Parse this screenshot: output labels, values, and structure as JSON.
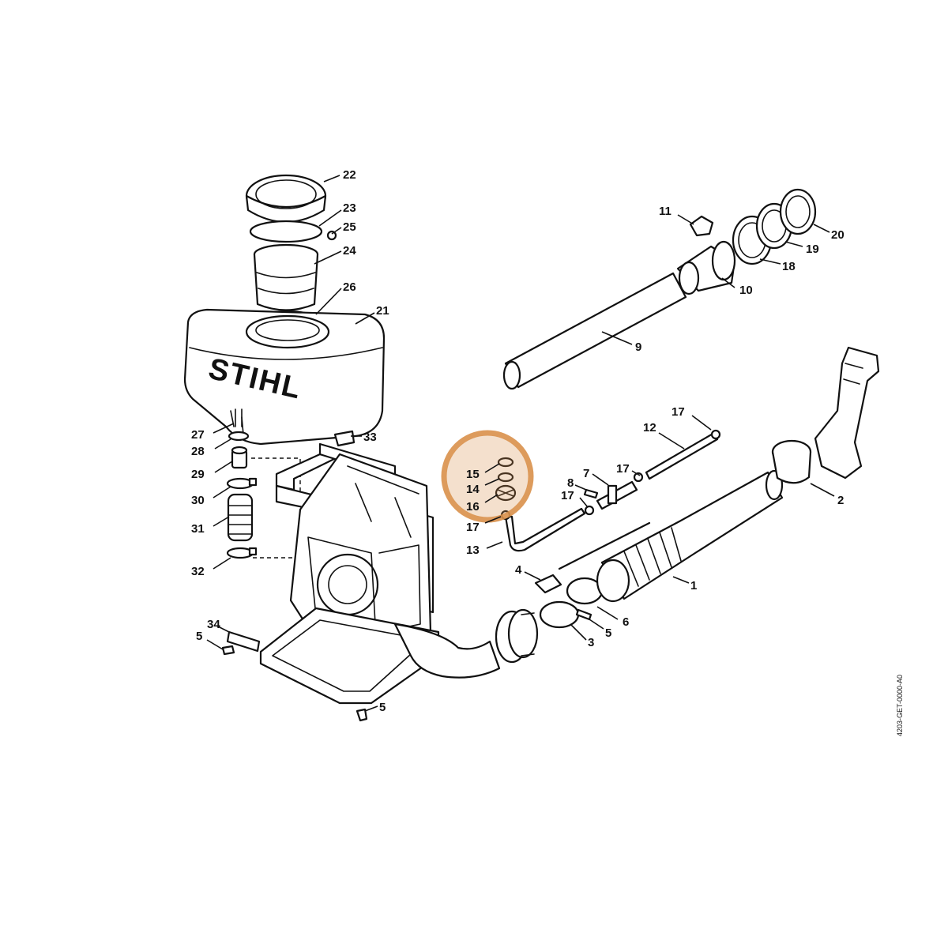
{
  "diagram": {
    "brand_label": "STIHL",
    "document_id": "4203-GET-0000-A0",
    "highlight_color": "#D9904A",
    "callouts": [
      {
        "id": "c22",
        "label": "22"
      },
      {
        "id": "c23",
        "label": "23"
      },
      {
        "id": "c25",
        "label": "25"
      },
      {
        "id": "c24",
        "label": "24"
      },
      {
        "id": "c26",
        "label": "26"
      },
      {
        "id": "c21",
        "label": "21"
      },
      {
        "id": "c27",
        "label": "27"
      },
      {
        "id": "c28",
        "label": "28"
      },
      {
        "id": "c29",
        "label": "29"
      },
      {
        "id": "c30",
        "label": "30"
      },
      {
        "id": "c31",
        "label": "31"
      },
      {
        "id": "c32",
        "label": "32"
      },
      {
        "id": "c33",
        "label": "33"
      },
      {
        "id": "c34",
        "label": "34"
      },
      {
        "id": "c5a",
        "label": "5"
      },
      {
        "id": "c5b",
        "label": "5"
      },
      {
        "id": "c5c",
        "label": "5"
      },
      {
        "id": "c11",
        "label": "11"
      },
      {
        "id": "c10",
        "label": "10"
      },
      {
        "id": "c18",
        "label": "18"
      },
      {
        "id": "c19",
        "label": "19"
      },
      {
        "id": "c20",
        "label": "20"
      },
      {
        "id": "c9",
        "label": "9"
      },
      {
        "id": "c17a",
        "label": "17"
      },
      {
        "id": "c12",
        "label": "12"
      },
      {
        "id": "c17b",
        "label": "17"
      },
      {
        "id": "c7",
        "label": "7"
      },
      {
        "id": "c8",
        "label": "8"
      },
      {
        "id": "c17c",
        "label": "17"
      },
      {
        "id": "c15",
        "label": "15"
      },
      {
        "id": "c14",
        "label": "14"
      },
      {
        "id": "c16",
        "label": "16"
      },
      {
        "id": "c17d",
        "label": "17"
      },
      {
        "id": "c13",
        "label": "13"
      },
      {
        "id": "c4",
        "label": "4"
      },
      {
        "id": "c1",
        "label": "1"
      },
      {
        "id": "c6",
        "label": "6"
      },
      {
        "id": "c3",
        "label": "3"
      },
      {
        "id": "c2",
        "label": "2"
      }
    ]
  }
}
